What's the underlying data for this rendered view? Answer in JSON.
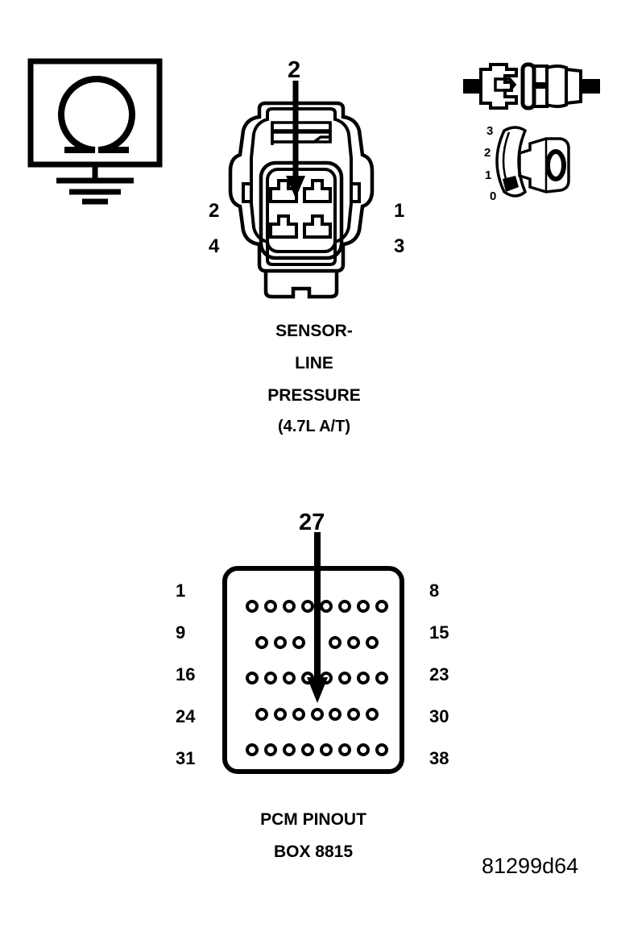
{
  "diagram": {
    "reference_id": "81299d64",
    "ground_symbol": {
      "name": "ohm-ground-symbol",
      "glyph": "omega"
    },
    "sensor_connector": {
      "callout": "2",
      "pin_labels_left": [
        "2",
        "4"
      ],
      "pin_labels_right": [
        "1",
        "3"
      ],
      "caption_lines": [
        "SENSOR-",
        "LINE",
        "PRESSURE",
        "(4.7L A/T)"
      ],
      "cavity_count": 4
    },
    "sensor_views": {
      "scale_labels": [
        "3",
        "2",
        "1",
        "0"
      ]
    },
    "pcm_pinout": {
      "callout": "27",
      "caption_lines": [
        "PCM PINOUT",
        "BOX 8815"
      ],
      "row_labels_left": [
        "1",
        "9",
        "16",
        "24",
        "31"
      ],
      "row_labels_right": [
        "8",
        "15",
        "23",
        "30",
        "38"
      ],
      "rows": [
        {
          "label_left": "1",
          "label_right": "8",
          "holes": 8,
          "gap_index": null
        },
        {
          "label_left": "9",
          "label_right": "15",
          "holes": 7,
          "gap_index": 3
        },
        {
          "label_left": "16",
          "label_right": "23",
          "holes": 8,
          "gap_index": null
        },
        {
          "label_left": "24",
          "label_right": "30",
          "holes": 7,
          "gap_index": null
        },
        {
          "label_left": "31",
          "label_right": "38",
          "holes": 8,
          "gap_index": null
        }
      ],
      "highlighted_pin": "27"
    }
  },
  "colors": {
    "ink": "#000000",
    "paper": "#ffffff"
  }
}
